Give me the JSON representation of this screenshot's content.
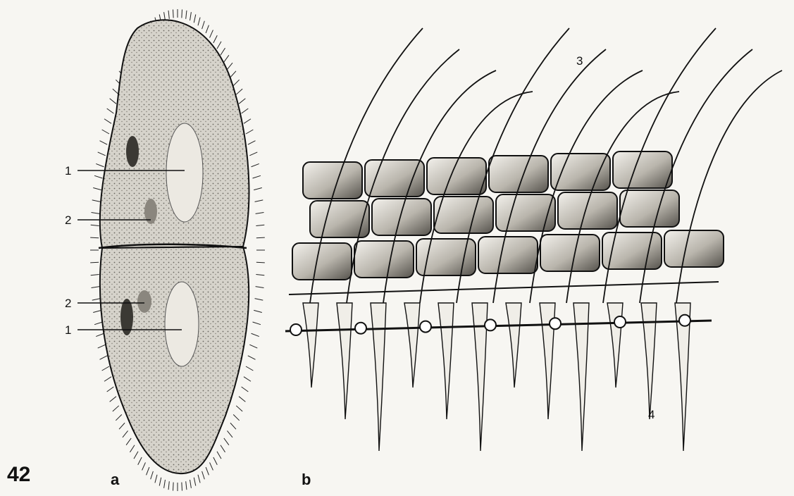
{
  "figure": {
    "number": "42",
    "panels": [
      {
        "id": "a",
        "label": "a"
      },
      {
        "id": "b",
        "label": "b"
      }
    ]
  },
  "callouts": {
    "a_1_top": "1",
    "a_2_top": "2",
    "a_2_bottom": "2",
    "a_1_bottom": "1",
    "b_3": "3",
    "b_4": "4"
  },
  "colors": {
    "paper": "#f7f6f2",
    "ink": "#111111",
    "cell_fill": "#cfccc4",
    "cell_shade": "#8e8a82"
  }
}
